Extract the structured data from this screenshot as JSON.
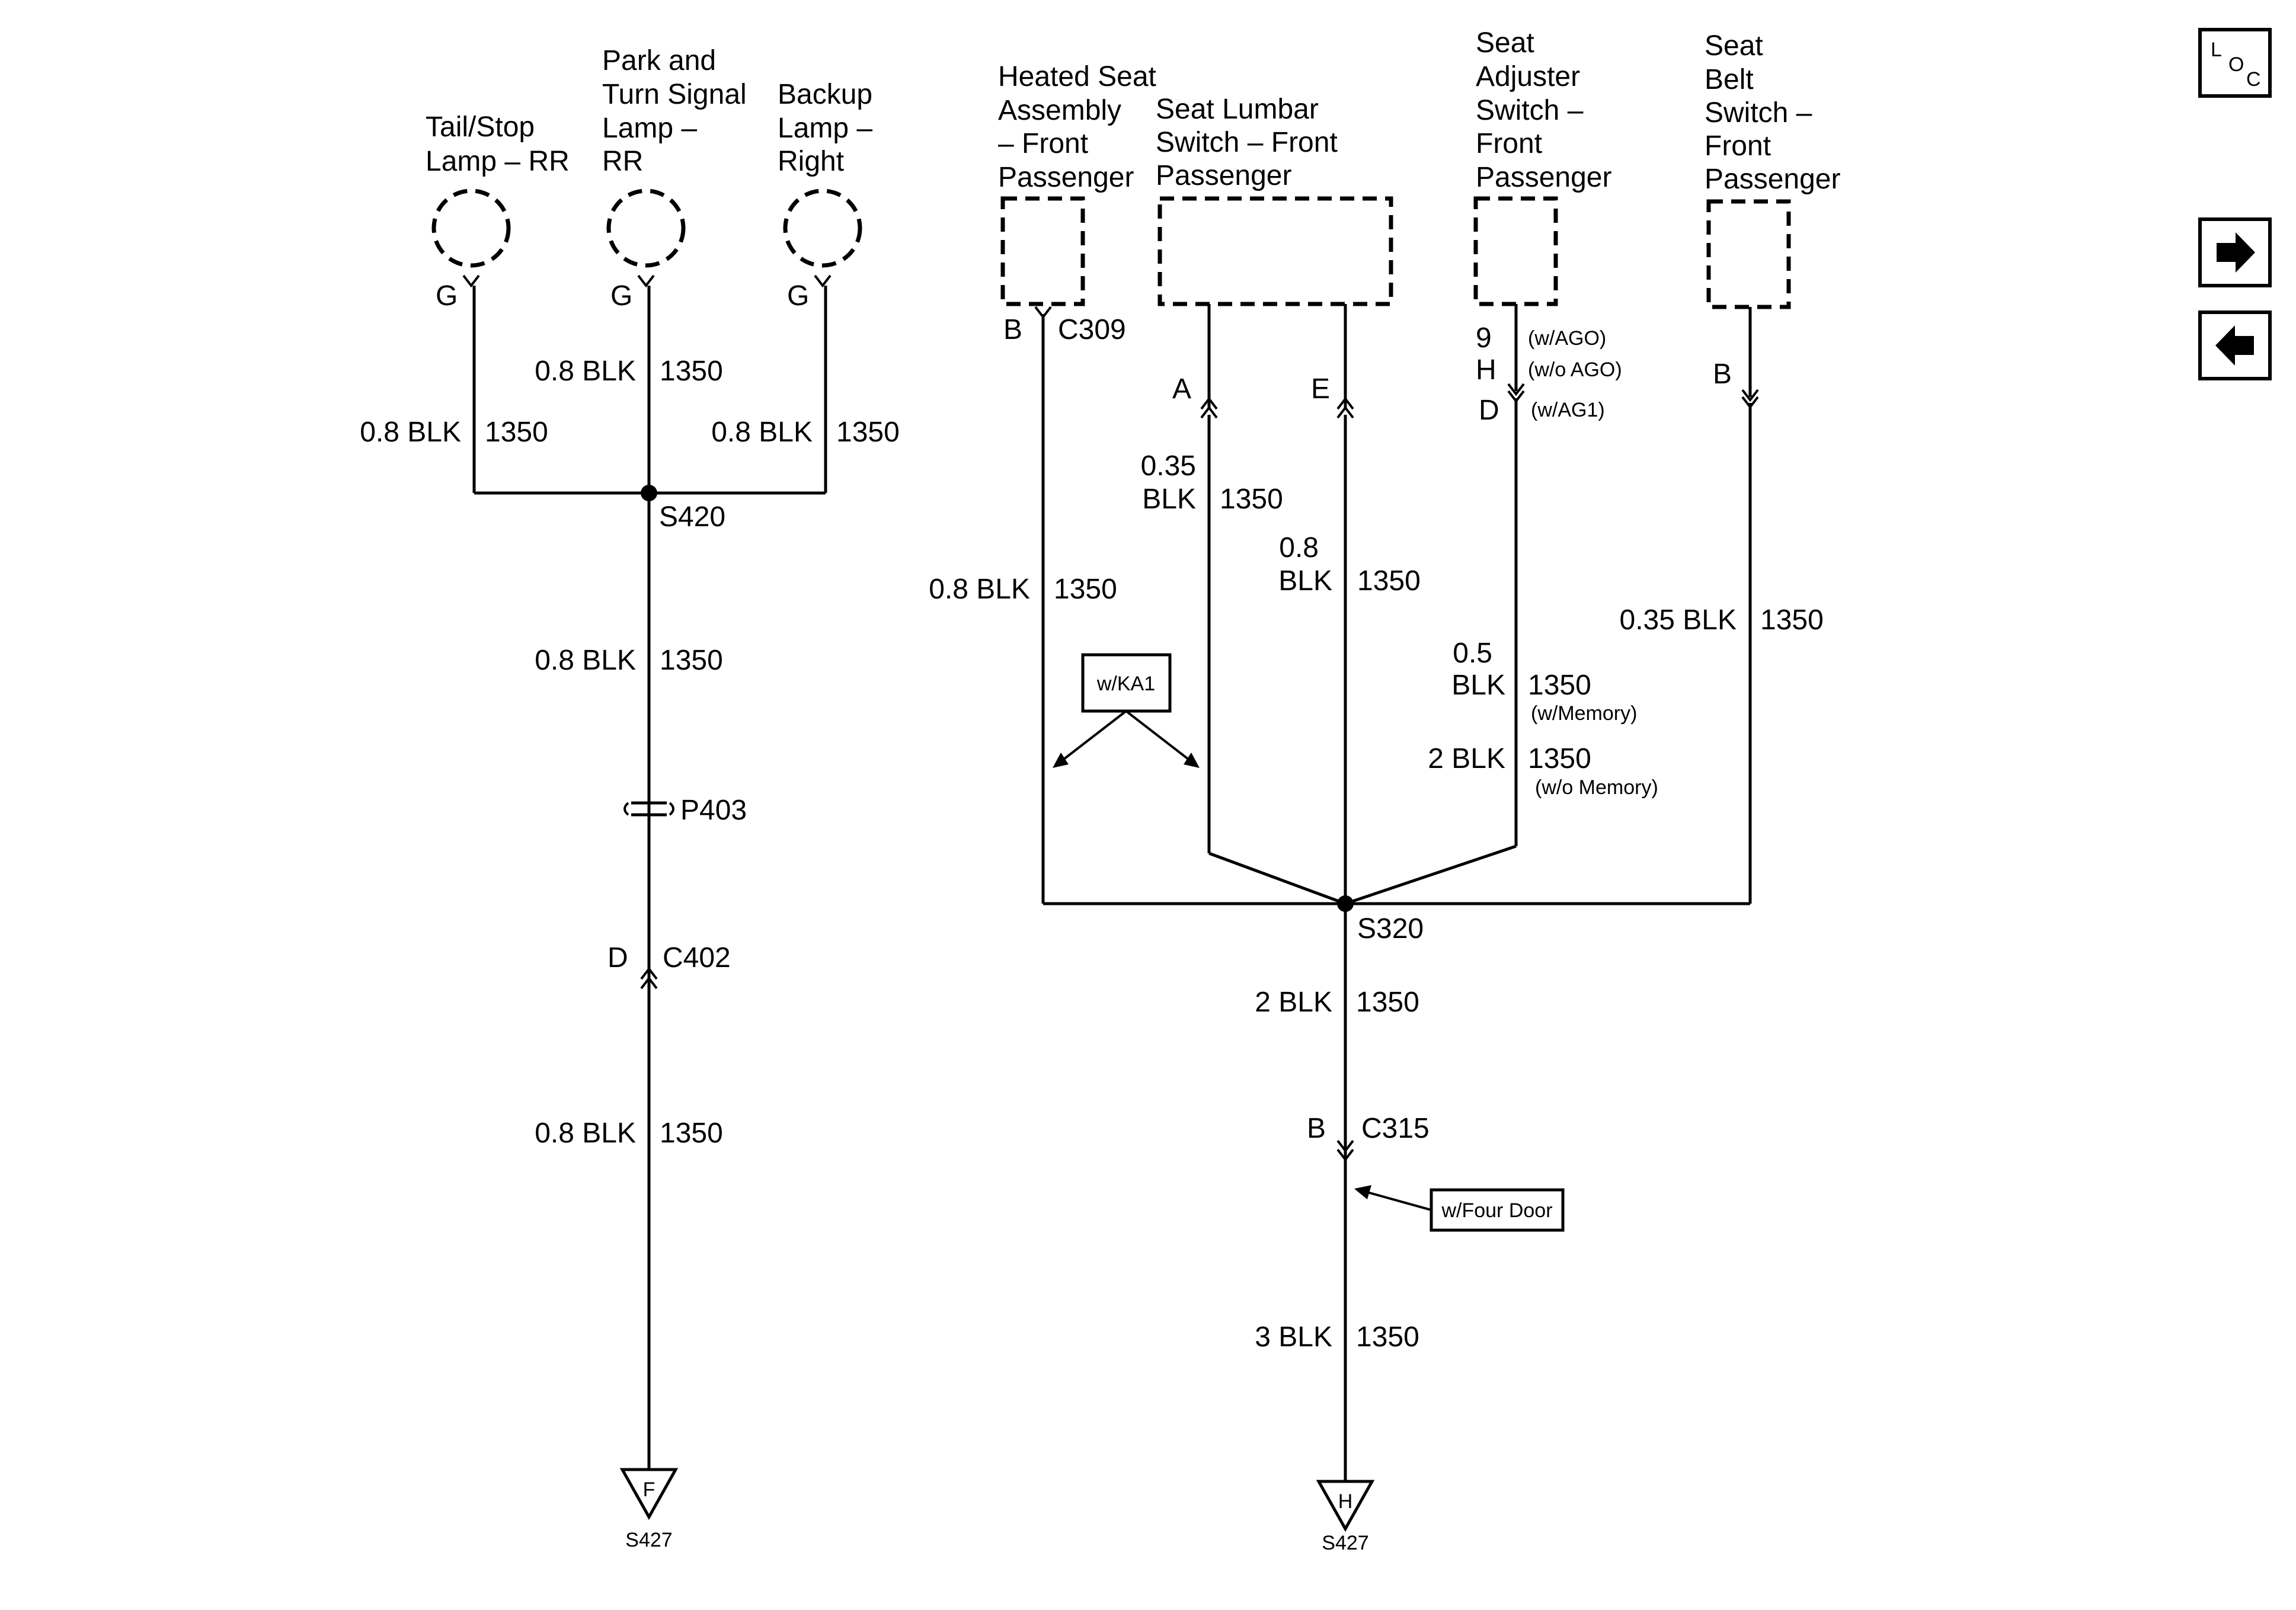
{
  "components": {
    "tail_stop_lamp": [
      "Tail/Stop",
      "Lamp – RR"
    ],
    "park_turn_lamp": [
      "Park and",
      "Turn Signal",
      "Lamp –",
      "RR"
    ],
    "backup_lamp": [
      "Backup",
      "Lamp –",
      "Right"
    ],
    "heated_seat": [
      "Heated Seat",
      "Assembly",
      "– Front",
      "Passenger"
    ],
    "seat_lumbar": [
      "Seat Lumbar",
      "Switch – Front",
      "Passenger"
    ],
    "seat_adjuster": [
      "Seat",
      "Adjuster",
      "Switch –",
      "Front",
      "Passenger"
    ],
    "seat_belt": [
      "Seat",
      "Belt",
      "Switch –",
      "Front",
      "Passenger"
    ]
  },
  "pins": {
    "tail_g": "G",
    "park_g": "G",
    "backup_g": "G",
    "heated_b": "B",
    "heated_conn": "C309",
    "lumbar_a": "A",
    "lumbar_e": "E",
    "adjuster_9": "9",
    "adjuster_h": "H",
    "adjuster_d": "D",
    "adjuster_9_note": "(w/AGO)",
    "adjuster_h_note": "(w/o AGO)",
    "adjuster_d_note": "(w/AG1)",
    "belt_b": "B",
    "c402_pin": "D",
    "c402": "C402",
    "c315_pin": "B",
    "c315": "C315"
  },
  "wires": {
    "left_tail": {
      "size": "0.8 BLK",
      "circuit": "1350"
    },
    "left_park": {
      "size": "0.8 BLK",
      "circuit": "1350"
    },
    "left_backup": {
      "size": "0.8 BLK",
      "circuit": "1350"
    },
    "left_trunk_upper": {
      "size": "0.8 BLK",
      "circuit": "1350"
    },
    "left_trunk_lower": {
      "size": "0.8 BLK",
      "circuit": "1350"
    },
    "heated": {
      "size": "0.8 BLK",
      "circuit": "1350"
    },
    "lumbar_a": {
      "size_line1": "0.35",
      "size_line2": "BLK",
      "circuit": "1350"
    },
    "lumbar_e": {
      "size_line1": "0.8",
      "size_line2": "BLK",
      "circuit": "1350"
    },
    "adjuster_memory": {
      "size_line1": "0.5",
      "size_line2": "BLK",
      "circuit": "1350",
      "note": "(w/Memory)"
    },
    "adjuster_no_memory": {
      "size": "2 BLK",
      "circuit": "1350",
      "note": "(w/o Memory)"
    },
    "belt": {
      "size": "0.35 BLK",
      "circuit": "1350"
    },
    "right_trunk_upper": {
      "size": "2 BLK",
      "circuit": "1350"
    },
    "right_trunk_lower": {
      "size": "3 BLK",
      "circuit": "1350"
    }
  },
  "splices": {
    "s420": "S420",
    "s320": "S320",
    "p403": "P403"
  },
  "grounds": {
    "left": {
      "letter": "F",
      "label": "S427"
    },
    "right": {
      "letter": "H",
      "label": "S427"
    }
  },
  "option_boxes": {
    "ka1": "w/KA1",
    "four_door": "w/Four Door"
  },
  "nav": {
    "loc_chars": [
      "L",
      "O",
      "C"
    ],
    "forward_icon": "arrow-right",
    "back_icon": "arrow-left"
  }
}
